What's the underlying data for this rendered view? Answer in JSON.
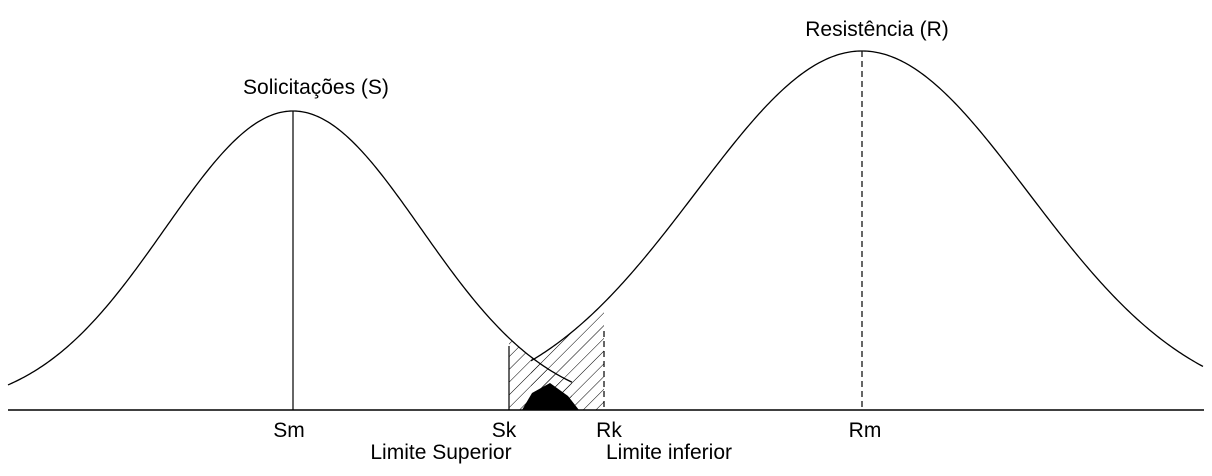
{
  "diagram": {
    "title_s": "Solicitações (S)",
    "title_r": "Resistência (R)",
    "axis_labels": {
      "sm": "Sm",
      "sk": "Sk",
      "rk": "Rk",
      "rm": "Rm"
    },
    "limit_labels": {
      "upper": "Limite Superior",
      "lower": "Limite inferior"
    },
    "colors": {
      "line": "#000000",
      "background": "#ffffff",
      "overlap_fill": "#000000"
    }
  }
}
